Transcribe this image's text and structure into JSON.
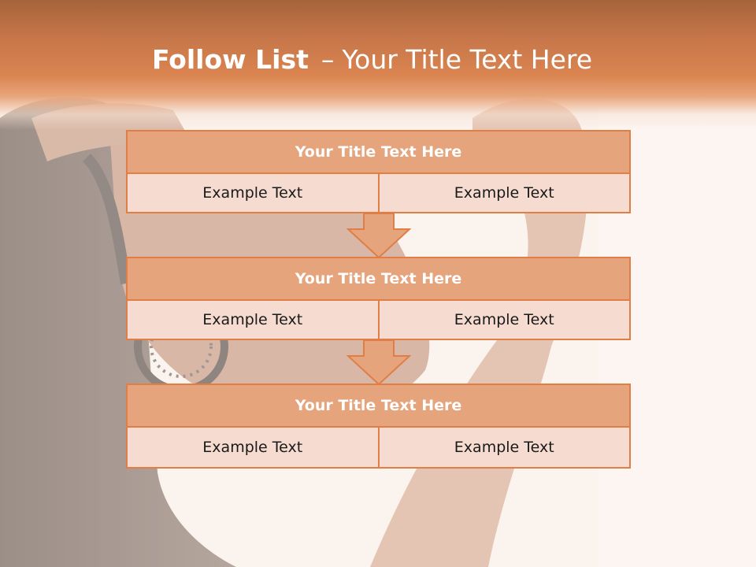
{
  "slide": {
    "title_bold": "Follow List",
    "title_separator": "–",
    "title_rest": "Your Title Text Here"
  },
  "steps": [
    {
      "title": "Your Title Text Here",
      "left": "Example Text",
      "right": "Example Text"
    },
    {
      "title": "Your Title Text Here",
      "left": "Example Text",
      "right": "Example Text"
    },
    {
      "title": "Your Title Text Here",
      "left": "Example Text",
      "right": "Example Text"
    }
  ],
  "colors": {
    "accent": "#e07e45",
    "header": "#d8824e",
    "title_fill": "#e6a47d",
    "cell_fill": "#f5dbd0"
  }
}
